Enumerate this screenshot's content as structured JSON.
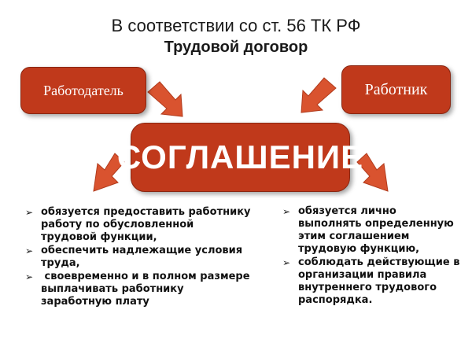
{
  "header": {
    "line1": "В соответствии со ст. 56 ТК РФ",
    "line2": "Трудовой договор"
  },
  "boxes": {
    "employer": "Работодатель",
    "employee": "Работник",
    "agreement": "СОГЛАШЕНИЕ"
  },
  "left_list": [
    "обязуется предоставить работнику работу по обусловленной трудовой функции,",
    "обеспечить надлежащие условия труда,",
    " своевременно и в полном размере выплачивать работнику заработную плату"
  ],
  "right_list": [
    "обязуется лично выполнять определенную этим соглашением трудовую функцию,",
    "соблюдать действующие в организации правила внутреннего трудового распорядка."
  ],
  "colors": {
    "box": "#c0391b",
    "arrow": "#d9532f"
  },
  "icons": {
    "bullet": "arrowhead-bullet-icon",
    "arrow": "down-arrow-icon"
  }
}
